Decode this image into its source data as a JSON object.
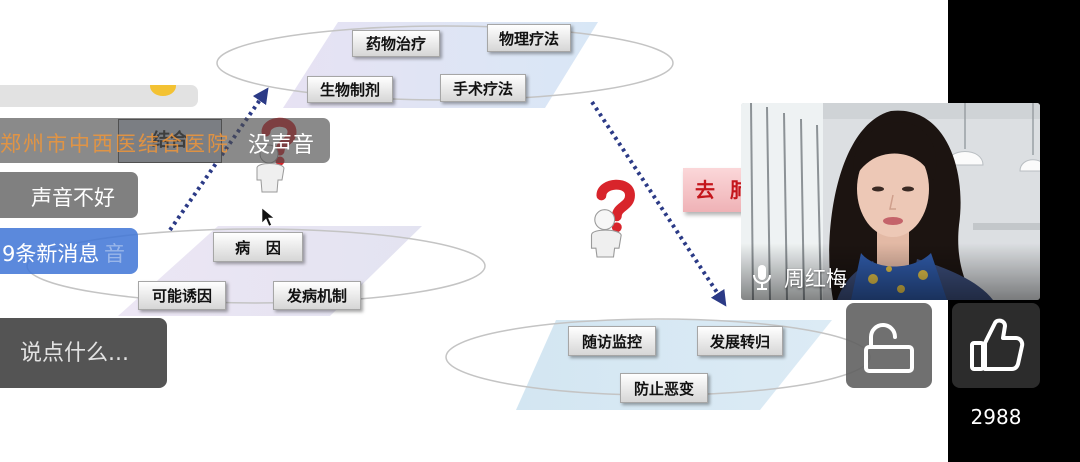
{
  "slide": {
    "treatment_labels": [
      "药物治疗",
      "物理疗法",
      "生物制剂",
      "手术疗法"
    ],
    "cause_labels": [
      "病   因",
      "可能诱因",
      "发病机制"
    ],
    "prognosis_labels": [
      "随访监控",
      "发展转归",
      "防止恶变"
    ],
    "partial_label": "去 肺",
    "covered_label": "结合"
  },
  "chat": {
    "messages": [
      {
        "user": "郑州市中西医结合医院",
        "text": "没声音"
      },
      {
        "text": "声音不好"
      }
    ],
    "new_messages": "9条新消息",
    "new_messages_trailing": "音",
    "input_placeholder": "说点什么..."
  },
  "video": {
    "speaker_name": "周红梅"
  },
  "controls": {
    "like_count": "2988"
  },
  "icons": {
    "mic": "mic-icon",
    "unlock": "unlock-icon",
    "like": "thumbs-up-icon",
    "figure": "question-figure-icon",
    "cursor": "cursor-icon",
    "emoji": "emoji-icon"
  },
  "colors": {
    "username": "#f0963a",
    "new_message_badge": "#4076d6",
    "partial_label_text": "#c4161c",
    "arrow": "#2b3a86",
    "side_panel": "#000000"
  }
}
